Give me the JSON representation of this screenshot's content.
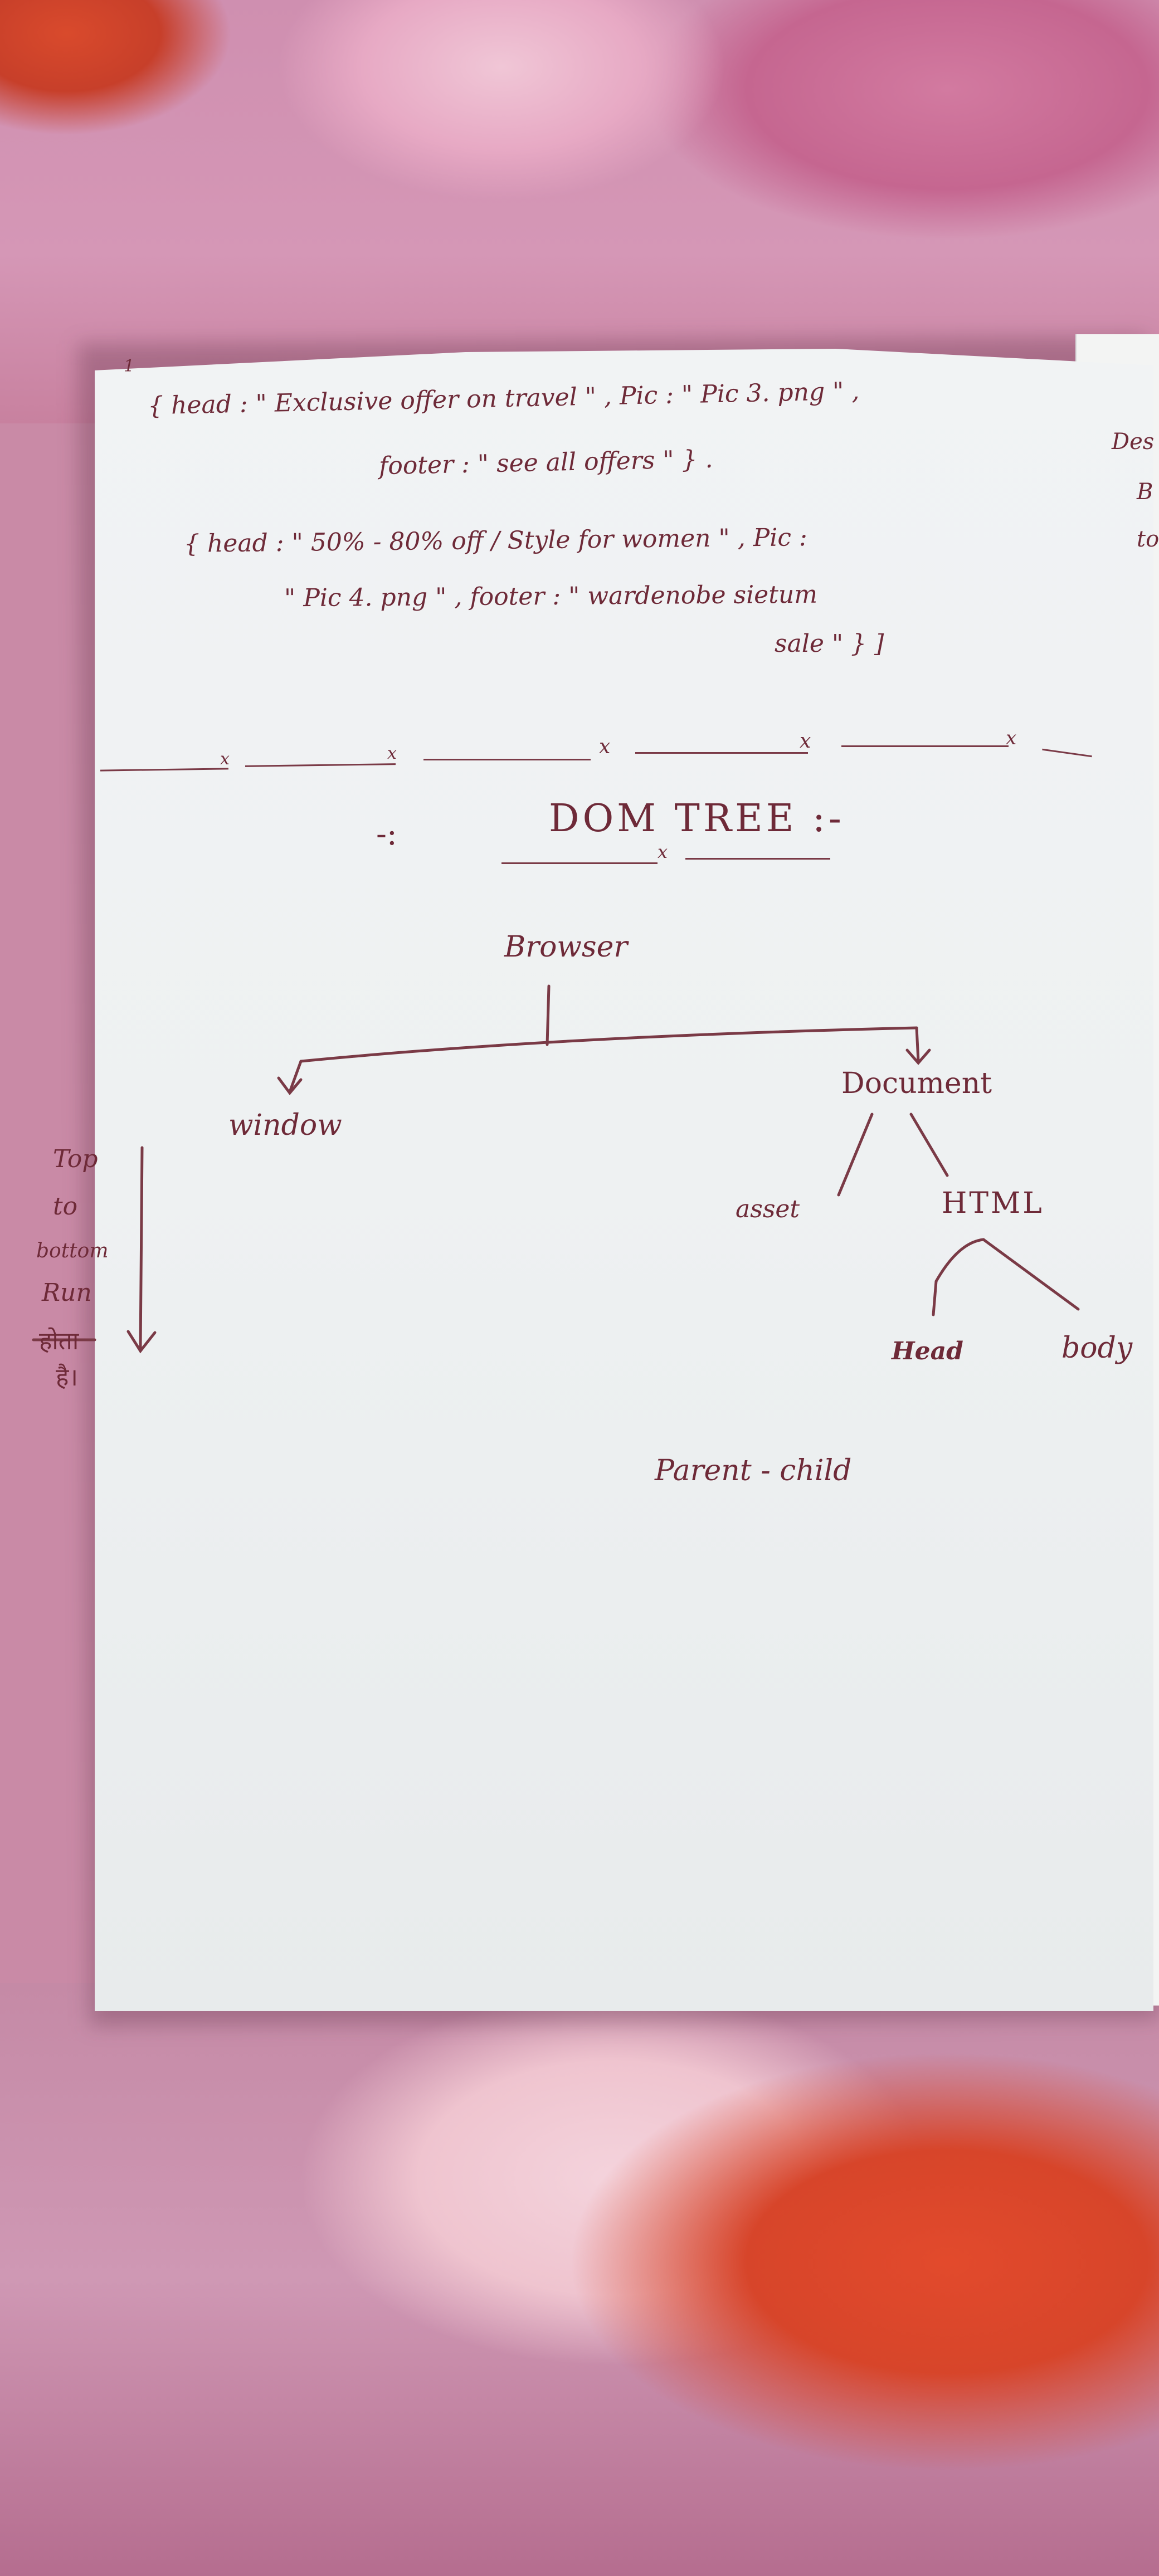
{
  "page_number": "1",
  "code_lines": [
    "{ head : \" Exclusive offer on travel \" , Pic : \" Pic 3. png \" ,",
    "footer : \" see all offers \" } .",
    "{ head : \" 50% - 80% off / Style for women \" , Pic :",
    "\" Pic 4. png \" , footer : \" wardenobe sietum",
    "sale \" } ]"
  ],
  "divider_marks": [
    "x",
    "x",
    "x",
    "x",
    "x"
  ],
  "section_title": "DOM TREE :-",
  "section_prefix": "-:",
  "tree": {
    "root": "Browser",
    "left_child": "window",
    "right_child": "Document",
    "document_children": [
      "asset",
      "HTML"
    ],
    "html_children": [
      "Head",
      "body"
    ]
  },
  "side_note": [
    "Top",
    "to",
    "bottom",
    "Run",
    "होता",
    "है।"
  ],
  "footer_note": "Parent - child",
  "next_page_fragments": [
    "Des",
    "B",
    "to"
  ]
}
